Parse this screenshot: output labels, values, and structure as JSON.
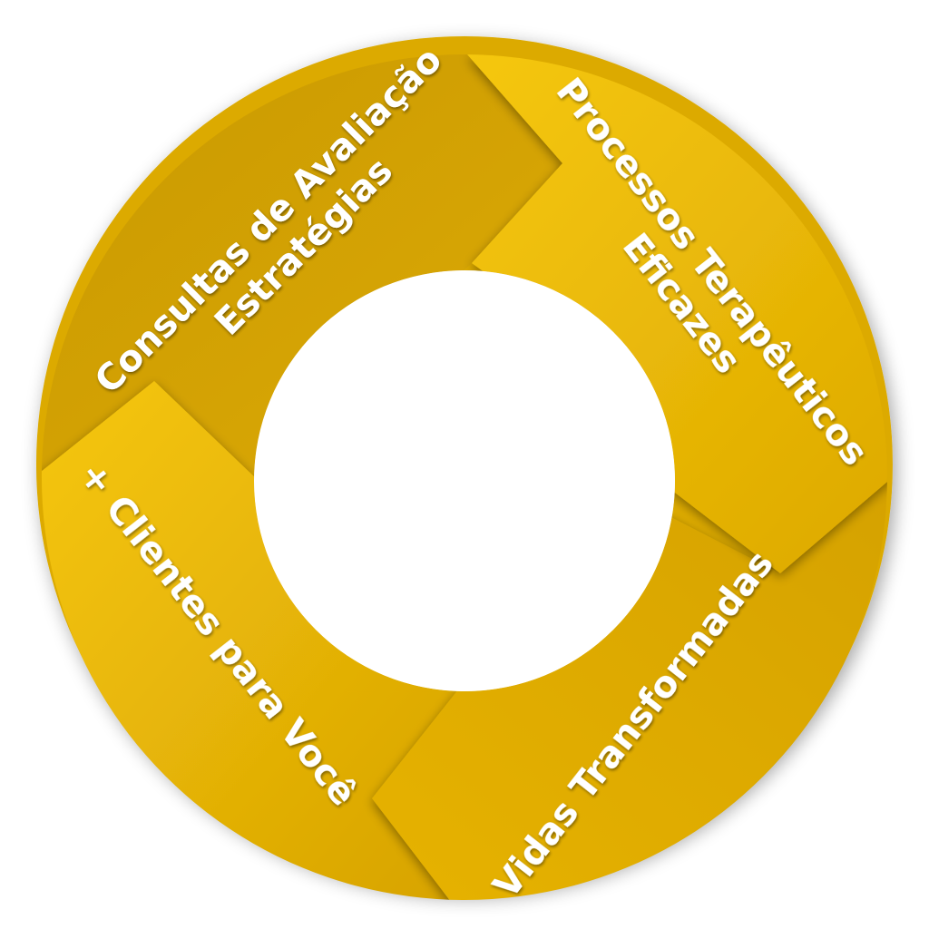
{
  "diagram": {
    "segments": [
      {
        "id": "consultas",
        "lines": [
          "Consultas de Avaliação",
          "Estratégias"
        ],
        "color_from": "#c99a00",
        "color_to": "#d9a804"
      },
      {
        "id": "processos",
        "lines": [
          "Processos Terapêuticos",
          "Eficazes"
        ],
        "color_from": "#f3c20a",
        "color_to": "#e1ad03"
      },
      {
        "id": "vidas",
        "lines": [
          "Vidas Transformadas"
        ],
        "color_from": "#d6a403",
        "color_to": "#e6b105"
      },
      {
        "id": "clientes",
        "lines": [
          "+ Clientes para Você"
        ],
        "color_from": "#f6c408",
        "color_to": "#d9a503"
      }
    ],
    "ring_color": "#dcaa04",
    "hole_color": "#ffffff"
  }
}
